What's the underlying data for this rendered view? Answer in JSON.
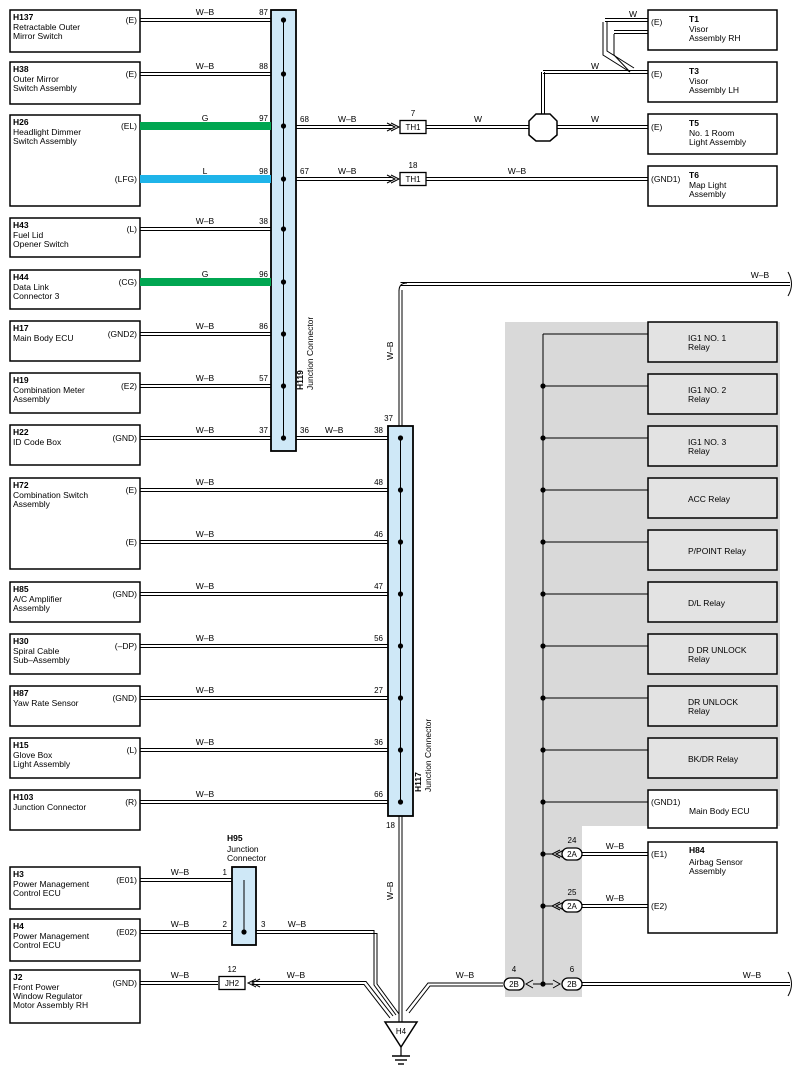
{
  "colors": {
    "junction_fill": "#cfe8f7",
    "wire_green": "#00a651",
    "wire_blue": "#1fb4e9",
    "relay_panel": "#d9d9d9",
    "relay_fill": "#e3e3e3"
  },
  "left_components": [
    {
      "code": "H137",
      "lines": [
        "Retractable Outer",
        "Mirror Switch"
      ],
      "terms": [
        "(E)"
      ]
    },
    {
      "code": "H38",
      "lines": [
        "Outer Mirror",
        "Switch Assembly"
      ],
      "terms": [
        "(E)"
      ]
    },
    {
      "code": "H26",
      "lines": [
        "Headlight Dimmer",
        "Switch Assembly"
      ],
      "terms": [
        "(EL)",
        "(LFG)"
      ]
    },
    {
      "code": "H43",
      "lines": [
        "Fuel Lid",
        "Opener Switch"
      ],
      "terms": [
        "(L)"
      ]
    },
    {
      "code": "H44",
      "lines": [
        "Data Link",
        "Connector 3"
      ],
      "terms": [
        "(CG)"
      ]
    },
    {
      "code": "H17",
      "lines": [
        "Main Body ECU"
      ],
      "terms": [
        "(GND2)"
      ]
    },
    {
      "code": "H19",
      "lines": [
        "Combination Meter",
        "Assembly"
      ],
      "terms": [
        "(E2)"
      ]
    },
    {
      "code": "H22",
      "lines": [
        "ID Code Box"
      ],
      "terms": [
        "(GND)"
      ]
    },
    {
      "code": "H72",
      "lines": [
        "Combination Switch",
        "Assembly"
      ],
      "terms": [
        "(E)",
        "(E)"
      ]
    },
    {
      "code": "H85",
      "lines": [
        "A/C Amplifier",
        "Assembly"
      ],
      "terms": [
        "(GND)"
      ]
    },
    {
      "code": "H30",
      "lines": [
        "Spiral Cable",
        "Sub–Assembly"
      ],
      "terms": [
        "(–DP)"
      ]
    },
    {
      "code": "H87",
      "lines": [
        "Yaw Rate Sensor"
      ],
      "terms": [
        "(GND)"
      ]
    },
    {
      "code": "H15",
      "lines": [
        "Glove Box",
        "Light Assembly"
      ],
      "terms": [
        "(L)"
      ]
    },
    {
      "code": "H103",
      "lines": [
        "Junction Connector"
      ],
      "terms": [
        "(R)"
      ]
    },
    {
      "code": "H3",
      "lines": [
        "Power Management",
        "Control ECU"
      ],
      "terms": [
        "(E01)"
      ]
    },
    {
      "code": "H4",
      "lines": [
        "Power Management",
        "Control ECU"
      ],
      "terms": [
        "(E02)"
      ]
    },
    {
      "code": "J2",
      "lines": [
        "Front Power",
        "Window Regulator",
        "Motor Assembly RH"
      ],
      "terms": [
        "(GND)"
      ]
    }
  ],
  "h119": {
    "code": "H119",
    "name": "Junction Connector"
  },
  "h117": {
    "code": "H117",
    "name": "Junction Connector"
  },
  "h95": {
    "code": "H95",
    "lines": [
      "Junction",
      "Connector"
    ]
  },
  "h119_wires": [
    {
      "color_text": "W–B",
      "pin": "87"
    },
    {
      "color_text": "W–B",
      "pin": "88"
    },
    {
      "color_text": "G",
      "pin": "97"
    },
    {
      "color_text": "L",
      "pin": "98"
    },
    {
      "color_text": "W–B",
      "pin": "38"
    },
    {
      "color_text": "G",
      "pin": "96"
    },
    {
      "color_text": "W–B",
      "pin": "86"
    },
    {
      "color_text": "W–B",
      "pin": "57"
    },
    {
      "color_text": "W–B",
      "pin": "37"
    }
  ],
  "h119_right": [
    {
      "pin": "68",
      "color_text": "W–B"
    },
    {
      "pin": "67",
      "color_text": "W–B"
    },
    {
      "pin": "36",
      "color_text": "W–B"
    }
  ],
  "h117_wires": [
    {
      "color_text": "W–B",
      "pin": "48"
    },
    {
      "color_text": "",
      "pin": "46"
    },
    {
      "color_text": "W–B",
      "pin": "47"
    },
    {
      "color_text": "W–B",
      "pin": "56"
    },
    {
      "color_text": "W–B",
      "pin": "27"
    },
    {
      "color_text": "W–B",
      "pin": "36"
    },
    {
      "color_text": "W–B",
      "pin": "66"
    }
  ],
  "h117_pins": {
    "top_in": "38",
    "top": "37",
    "bottom": "18",
    "vertical_wire": "W–B"
  },
  "th1": [
    {
      "label": "TH1",
      "pin": "7",
      "wire": "W"
    },
    {
      "label": "TH1",
      "pin": "18",
      "wire": "W–B"
    }
  ],
  "right_components": [
    {
      "code": "T1",
      "lines": [
        "Visor",
        "Assembly RH"
      ],
      "term": "(E)"
    },
    {
      "code": "T3",
      "lines": [
        "Visor",
        "Assembly LH"
      ],
      "term": "(E)"
    },
    {
      "code": "T5",
      "lines": [
        "No.  1 Room",
        "Light Assembly"
      ],
      "term": "(E)"
    },
    {
      "code": "T6",
      "lines": [
        "Map Light",
        "Assembly"
      ],
      "term": "(GND1)"
    }
  ],
  "visor_wires": {
    "t1": "W",
    "t3": "W",
    "t5": "W"
  },
  "relays": [
    {
      "lines": [
        "IG1 NO. 1",
        "Relay"
      ]
    },
    {
      "lines": [
        "IG1 NO. 2",
        "Relay"
      ]
    },
    {
      "lines": [
        "IG1 NO. 3",
        "Relay"
      ]
    },
    {
      "lines": [
        "ACC Relay"
      ]
    },
    {
      "lines": [
        "P/POINT Relay"
      ]
    },
    {
      "lines": [
        "D/L Relay"
      ]
    },
    {
      "lines": [
        "D DR UNLOCK",
        "Relay"
      ]
    },
    {
      "lines": [
        "DR UNLOCK",
        "Relay"
      ]
    },
    {
      "lines": [
        "BK/DR Relay"
      ]
    }
  ],
  "main_body_ecu": {
    "term": "(GND1)",
    "label": "Main Body ECU"
  },
  "h84": {
    "code": "H84",
    "lines": [
      "Airbag Sensor",
      "Assembly"
    ],
    "terms": [
      "(E1)",
      "(E2)"
    ]
  },
  "airbag_conn": [
    {
      "label": "2A",
      "pin": "24",
      "wire": "W–B"
    },
    {
      "label": "2A",
      "pin": "25",
      "wire": "W–B"
    }
  ],
  "bottom_conn": [
    {
      "label": "2B",
      "pin": "4",
      "wire": "W–B"
    },
    {
      "label": "2B",
      "pin": "6",
      "wire": "W–B"
    }
  ],
  "jh2": {
    "label": "JH2",
    "pin": "12",
    "left_wire": "W–B",
    "right_wire": "W–B"
  },
  "h95_wires": [
    {
      "pin": "1",
      "wire": "W–B"
    },
    {
      "pin": "2",
      "wire": "W–B"
    },
    {
      "pin": "3",
      "wire": "W–B"
    }
  ],
  "top_right_wire": "W–B",
  "ground": {
    "label": "H4"
  }
}
